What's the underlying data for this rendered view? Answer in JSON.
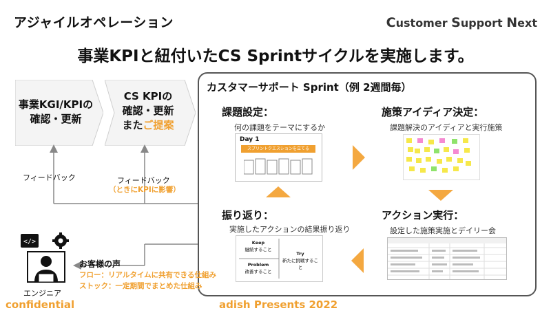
{
  "header": {
    "title": "アジャイルオペレーション",
    "brand": {
      "c": "C",
      "ustomer": "ustomer ",
      "s": "S",
      "upport": "upport ",
      "n": "N",
      "ext": "ext"
    }
  },
  "headline": "事業KPIと紐付いたCS Sprintサイクルを実施します。",
  "steps": [
    {
      "line1": "事業KGI/KPIの",
      "line2": "確認・更新"
    },
    {
      "line1": "CS KPIの",
      "line2": "確認・更新",
      "line3a": "また",
      "line3b": "ご提案"
    }
  ],
  "feedback": [
    {
      "label": "フィードバック"
    },
    {
      "label": "フィードバック",
      "note": "（ときにKPIに影響）"
    }
  ],
  "sprint": {
    "title": "カスタマーサポート Sprint（例 2週間毎）",
    "quadrants": [
      {
        "title": "課題設定：",
        "subtitle": "何の課題をテーマにするか"
      },
      {
        "title": "施策アイディア決定：",
        "subtitle": "課題解決のアイディアと実行施策"
      },
      {
        "title": "アクション実行：",
        "subtitle": "設定した施策実施とデイリー会"
      },
      {
        "title": "振り返り：",
        "subtitle": "実施したアクションの結果振り返り"
      }
    ],
    "thumb_day": {
      "day": "Day 1",
      "banner": "スプリントクエスションを立てる"
    },
    "thumb_kpt": {
      "keep": "Keep",
      "keep_sub": "継続すること",
      "problem": "Problem",
      "problem_sub": "改善すること",
      "try": "Try",
      "try_sub": "新たに挑戦すること"
    }
  },
  "customer_voice": {
    "title": "お客様の声",
    "flow": "フロー：リアルタイムに共有できる仕組み",
    "stock": "ストック：一定期間でまとめた仕組み"
  },
  "engineer_label": "エンジニア",
  "footer": {
    "left": "confidential",
    "center": "adish Presents 2022"
  },
  "colors": {
    "accent": "#f0a030",
    "border": "#555555",
    "arrow_gray": "#888888"
  }
}
